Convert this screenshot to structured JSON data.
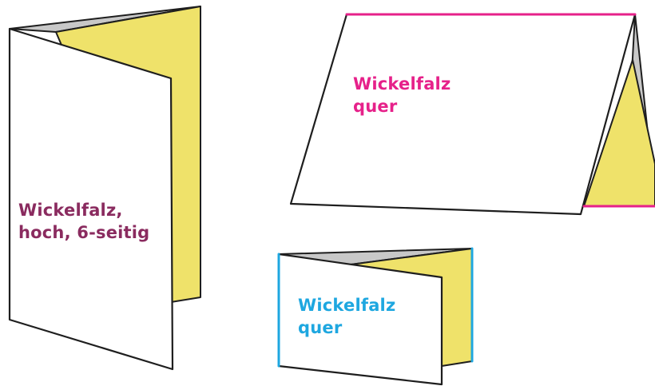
{
  "colors": {
    "yellow": "#EFE26A",
    "gray": "#C8C8C8",
    "white": "#FFFFFF",
    "outline": "#1E1E1E",
    "purple": "#8A2B5F",
    "magenta": "#E6218A",
    "cyan": "#1EA7E0"
  },
  "brochures": [
    {
      "label_lines": [
        "Wickelfalz,",
        "hoch, 6-seitig"
      ],
      "label_color": "#8A2B5F"
    },
    {
      "label_lines": [
        "Wickelfalz",
        "quer"
      ],
      "label_color": "#E6218A",
      "edge_color": "#E6218A"
    },
    {
      "label_lines": [
        "Wickelfalz",
        "quer"
      ],
      "label_color": "#1EA7E0",
      "edge_color": "#1EA7E0"
    }
  ]
}
